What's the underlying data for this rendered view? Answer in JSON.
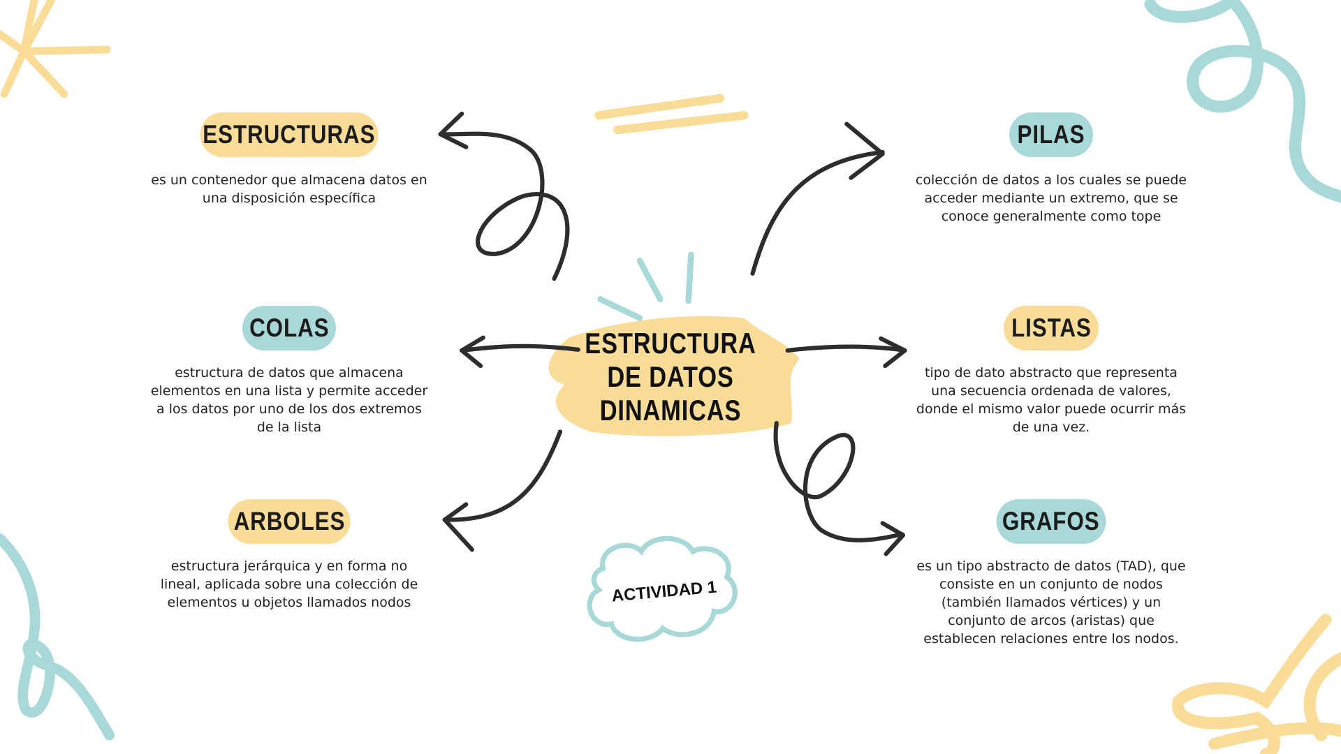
{
  "colors": {
    "yellow": "#f9dc98",
    "teal": "#a8d8d8",
    "ink": "#2d2d2d"
  },
  "center": {
    "lines": [
      "ESTRUCTURA",
      "DE DATOS",
      "DINAMICAS"
    ]
  },
  "badge": "ACTIVIDAD 1",
  "nodes": [
    {
      "title": "ESTRUCTURAS",
      "desc": "es un contenedor que almacena datos en una disposición específica"
    },
    {
      "title": "COLAS",
      "desc": "estructura de datos que almacena elementos en una lista y permite acceder a los datos por uno de los dos extremos de la lista"
    },
    {
      "title": "ARBOLES",
      "desc": "estructura jerárquica y en forma no lineal, aplicada sobre una colección de elementos u objetos llamados nodos"
    },
    {
      "title": "PILAS",
      "desc": "colección de datos a los cuales se puede acceder mediante un extremo, que se conoce generalmente como tope"
    },
    {
      "title": "LISTAS",
      "desc": "tipo de dato abstracto que representa una secuencia ordenada de valores, donde el mismo valor puede ocurrir más de una vez."
    },
    {
      "title": "GRAFOS",
      "desc": "es un tipo abstracto de datos (TAD), que consiste en un conjunto de nodos (también llamados vértices) y un conjunto de arcos (aristas) que establecen relaciones entre los nodos."
    }
  ]
}
